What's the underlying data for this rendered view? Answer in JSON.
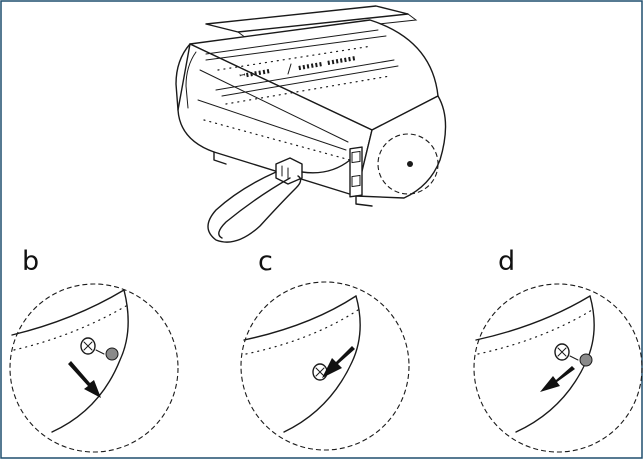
{
  "panel_labels": {
    "b": "b",
    "c": "c",
    "d": "d"
  },
  "device_print": {
    "left_text": "ꟷ▮▮▮▮▮▮",
    "right_text": "▮▮▮▮▮▮ ▮▮▮▮▮▮▮"
  },
  "colors": {
    "frame": "#1f4e6e",
    "ink": "#1a1a1a",
    "screw_fill": "#8a8a8a",
    "arrow_fill": "#111111"
  },
  "icons": {
    "main": "laminator-device-illustration",
    "detail": "screw-detail-icon",
    "arrow": "direction-arrow-icon"
  }
}
